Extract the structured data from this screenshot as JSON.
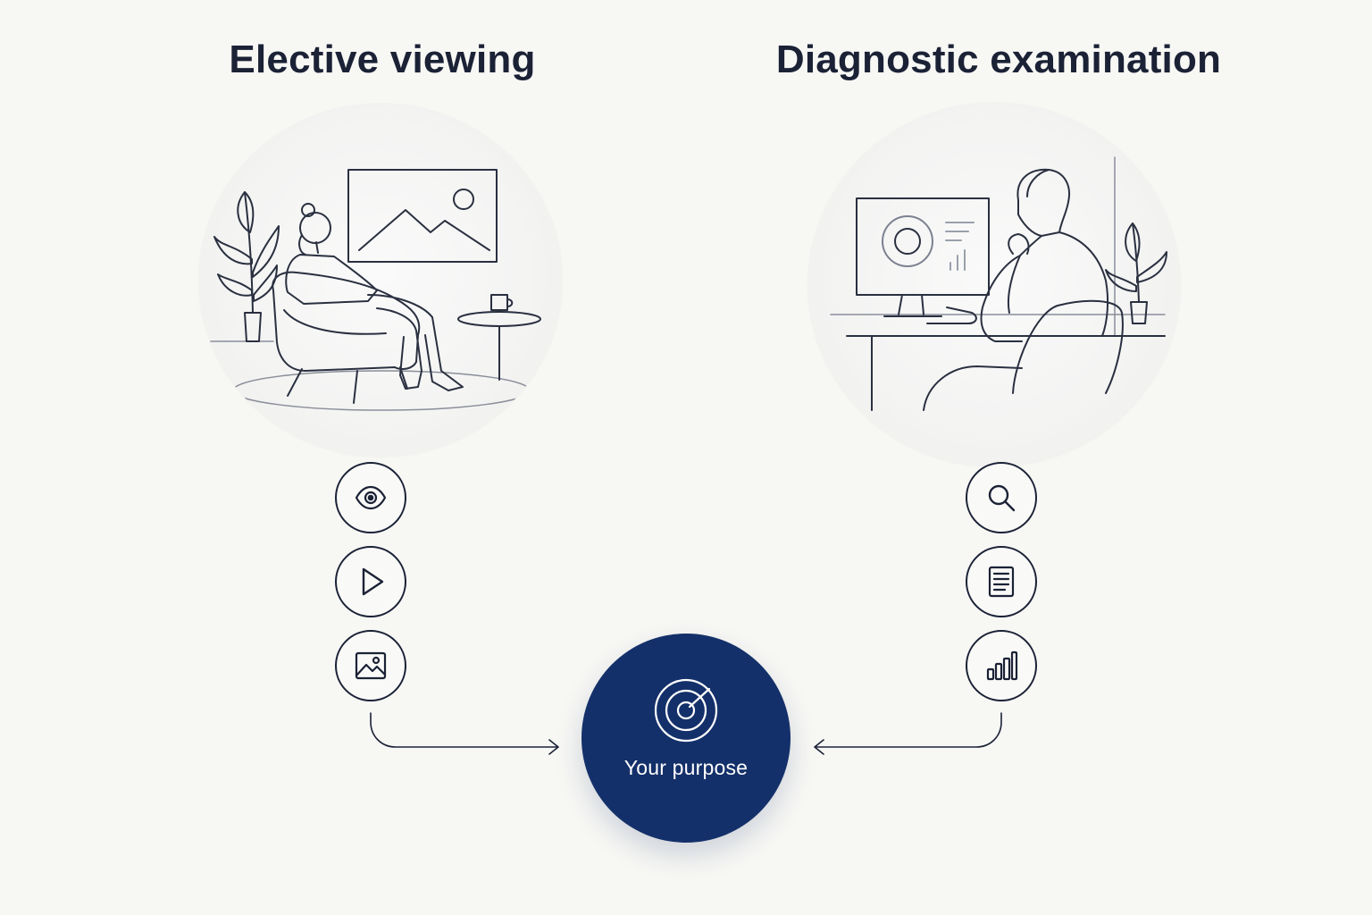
{
  "titles": {
    "left": "Elective viewing",
    "right": "Diagnostic examination"
  },
  "center": {
    "label": "Your purpose",
    "icon": "target-icon"
  },
  "left_icons": [
    "eye-icon",
    "play-icon",
    "image-icon"
  ],
  "right_icons": [
    "search-icon",
    "document-icon",
    "bar-chart-icon"
  ],
  "colors": {
    "background": "#f7f7f4",
    "ink": "#1b2236",
    "accent": "#14306a",
    "scene_fill": "#f3f3f2"
  }
}
